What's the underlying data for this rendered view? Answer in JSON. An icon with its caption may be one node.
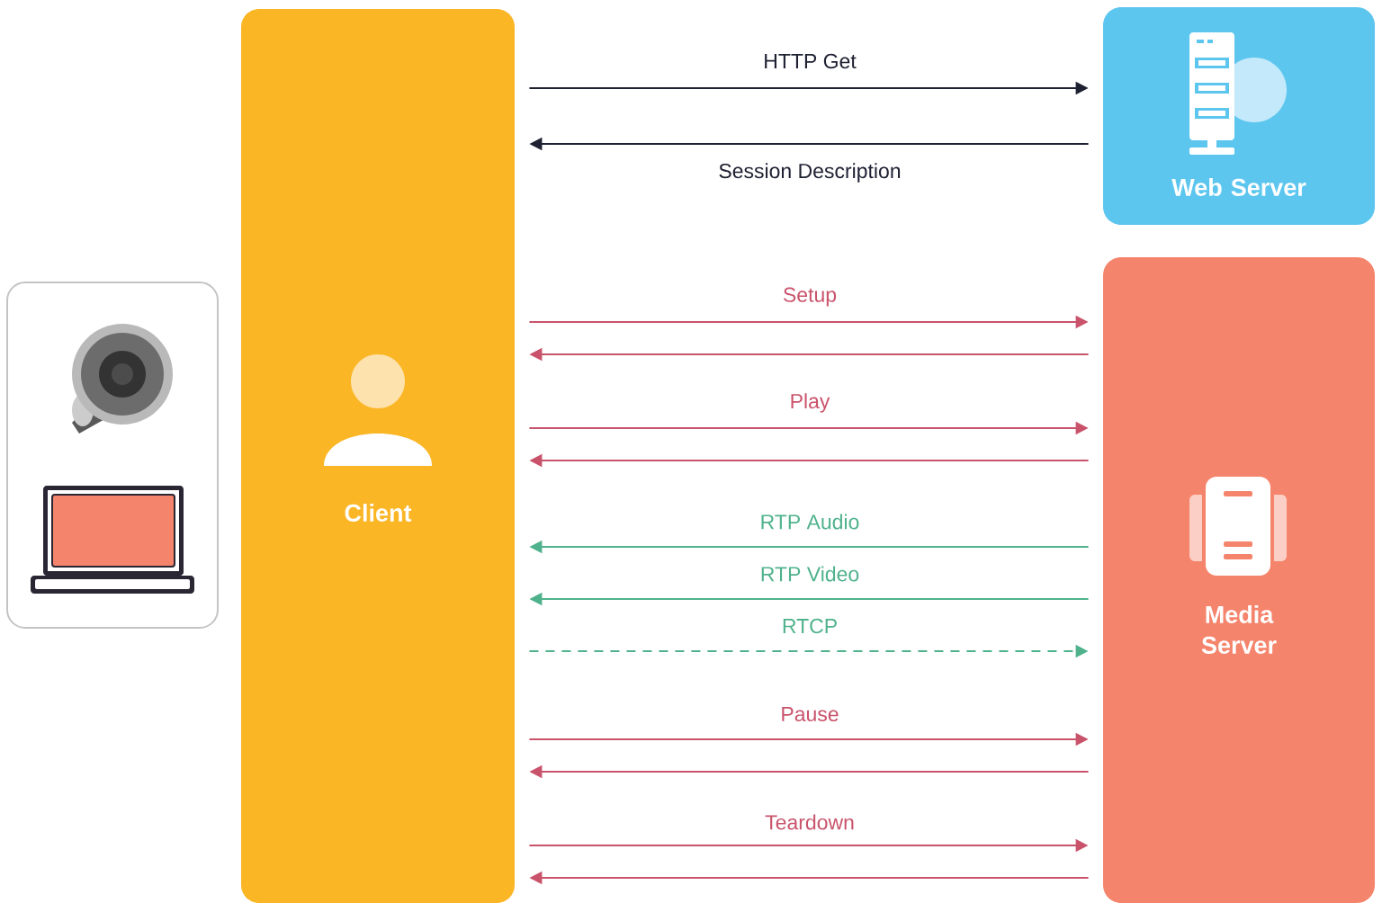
{
  "diagram": {
    "nodes": [
      {
        "text": [],
        "shape": "box"
      },
      {
        "text": [
          "Client"
        ]
      },
      {
        "text": [
          "Web Server"
        ]
      },
      {
        "text": [
          "Media Server"
        ]
      }
    ],
    "edges": [
      {
        "from": 1,
        "to": 2,
        "arrow": "to",
        "label": "HTTP Get",
        "color": "#1e2132"
      },
      {
        "from": 2,
        "to": 1,
        "arrow": "to",
        "label": "Session Description",
        "color": "#1e2132"
      },
      {
        "from": 1,
        "to": 3,
        "arrow": "to",
        "label": "Setup"
      },
      {
        "from": 3,
        "to": 1,
        "arrow": "to"
      },
      {
        "from": 1,
        "to": 3,
        "arrow": "to",
        "label": "Play"
      },
      {
        "from": 3,
        "to": 1,
        "arrow": "to"
      },
      {
        "from": 3,
        "to": 1,
        "arrow": "to",
        "label": "RTP Audio",
        "color": "#4fb28c"
      },
      {
        "from": 3,
        "to": 1,
        "arrow": "to",
        "label": "RTP Video",
        "color": "#4fb28c"
      },
      {
        "from": 1,
        "to": 3,
        "arrow": "to",
        "label": "RTCP",
        "style": "dashed",
        "color": "#4fb28c"
      },
      {
        "from": 1,
        "to": 3,
        "arrow": "to",
        "label": "Pause"
      },
      {
        "from": 3,
        "to": 1,
        "arrow": "to"
      },
      {
        "from": 1,
        "to": 3,
        "arrow": "to",
        "label": "Teardown"
      },
      {
        "from": 3,
        "to": 1,
        "arrow": "to"
      }
    ]
  }
}
